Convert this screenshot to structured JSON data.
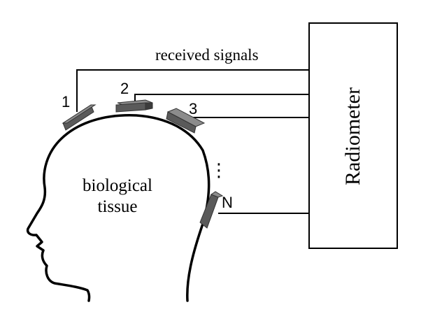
{
  "radiometer": {
    "label": "Radiometer"
  },
  "signals_label": "received signals",
  "tissue_label": {
    "line1": "biological",
    "line2": "tissue"
  },
  "sensors": [
    {
      "label": "1"
    },
    {
      "label": "2"
    },
    {
      "label": "3"
    },
    {
      "label": "N"
    }
  ],
  "ellipsis": "⋮",
  "colors": {
    "sensor_top": "#8c8c8c",
    "sensor_front": "#5a5a5a",
    "sensor_side": "#3c3c3c",
    "line": "#000000"
  }
}
